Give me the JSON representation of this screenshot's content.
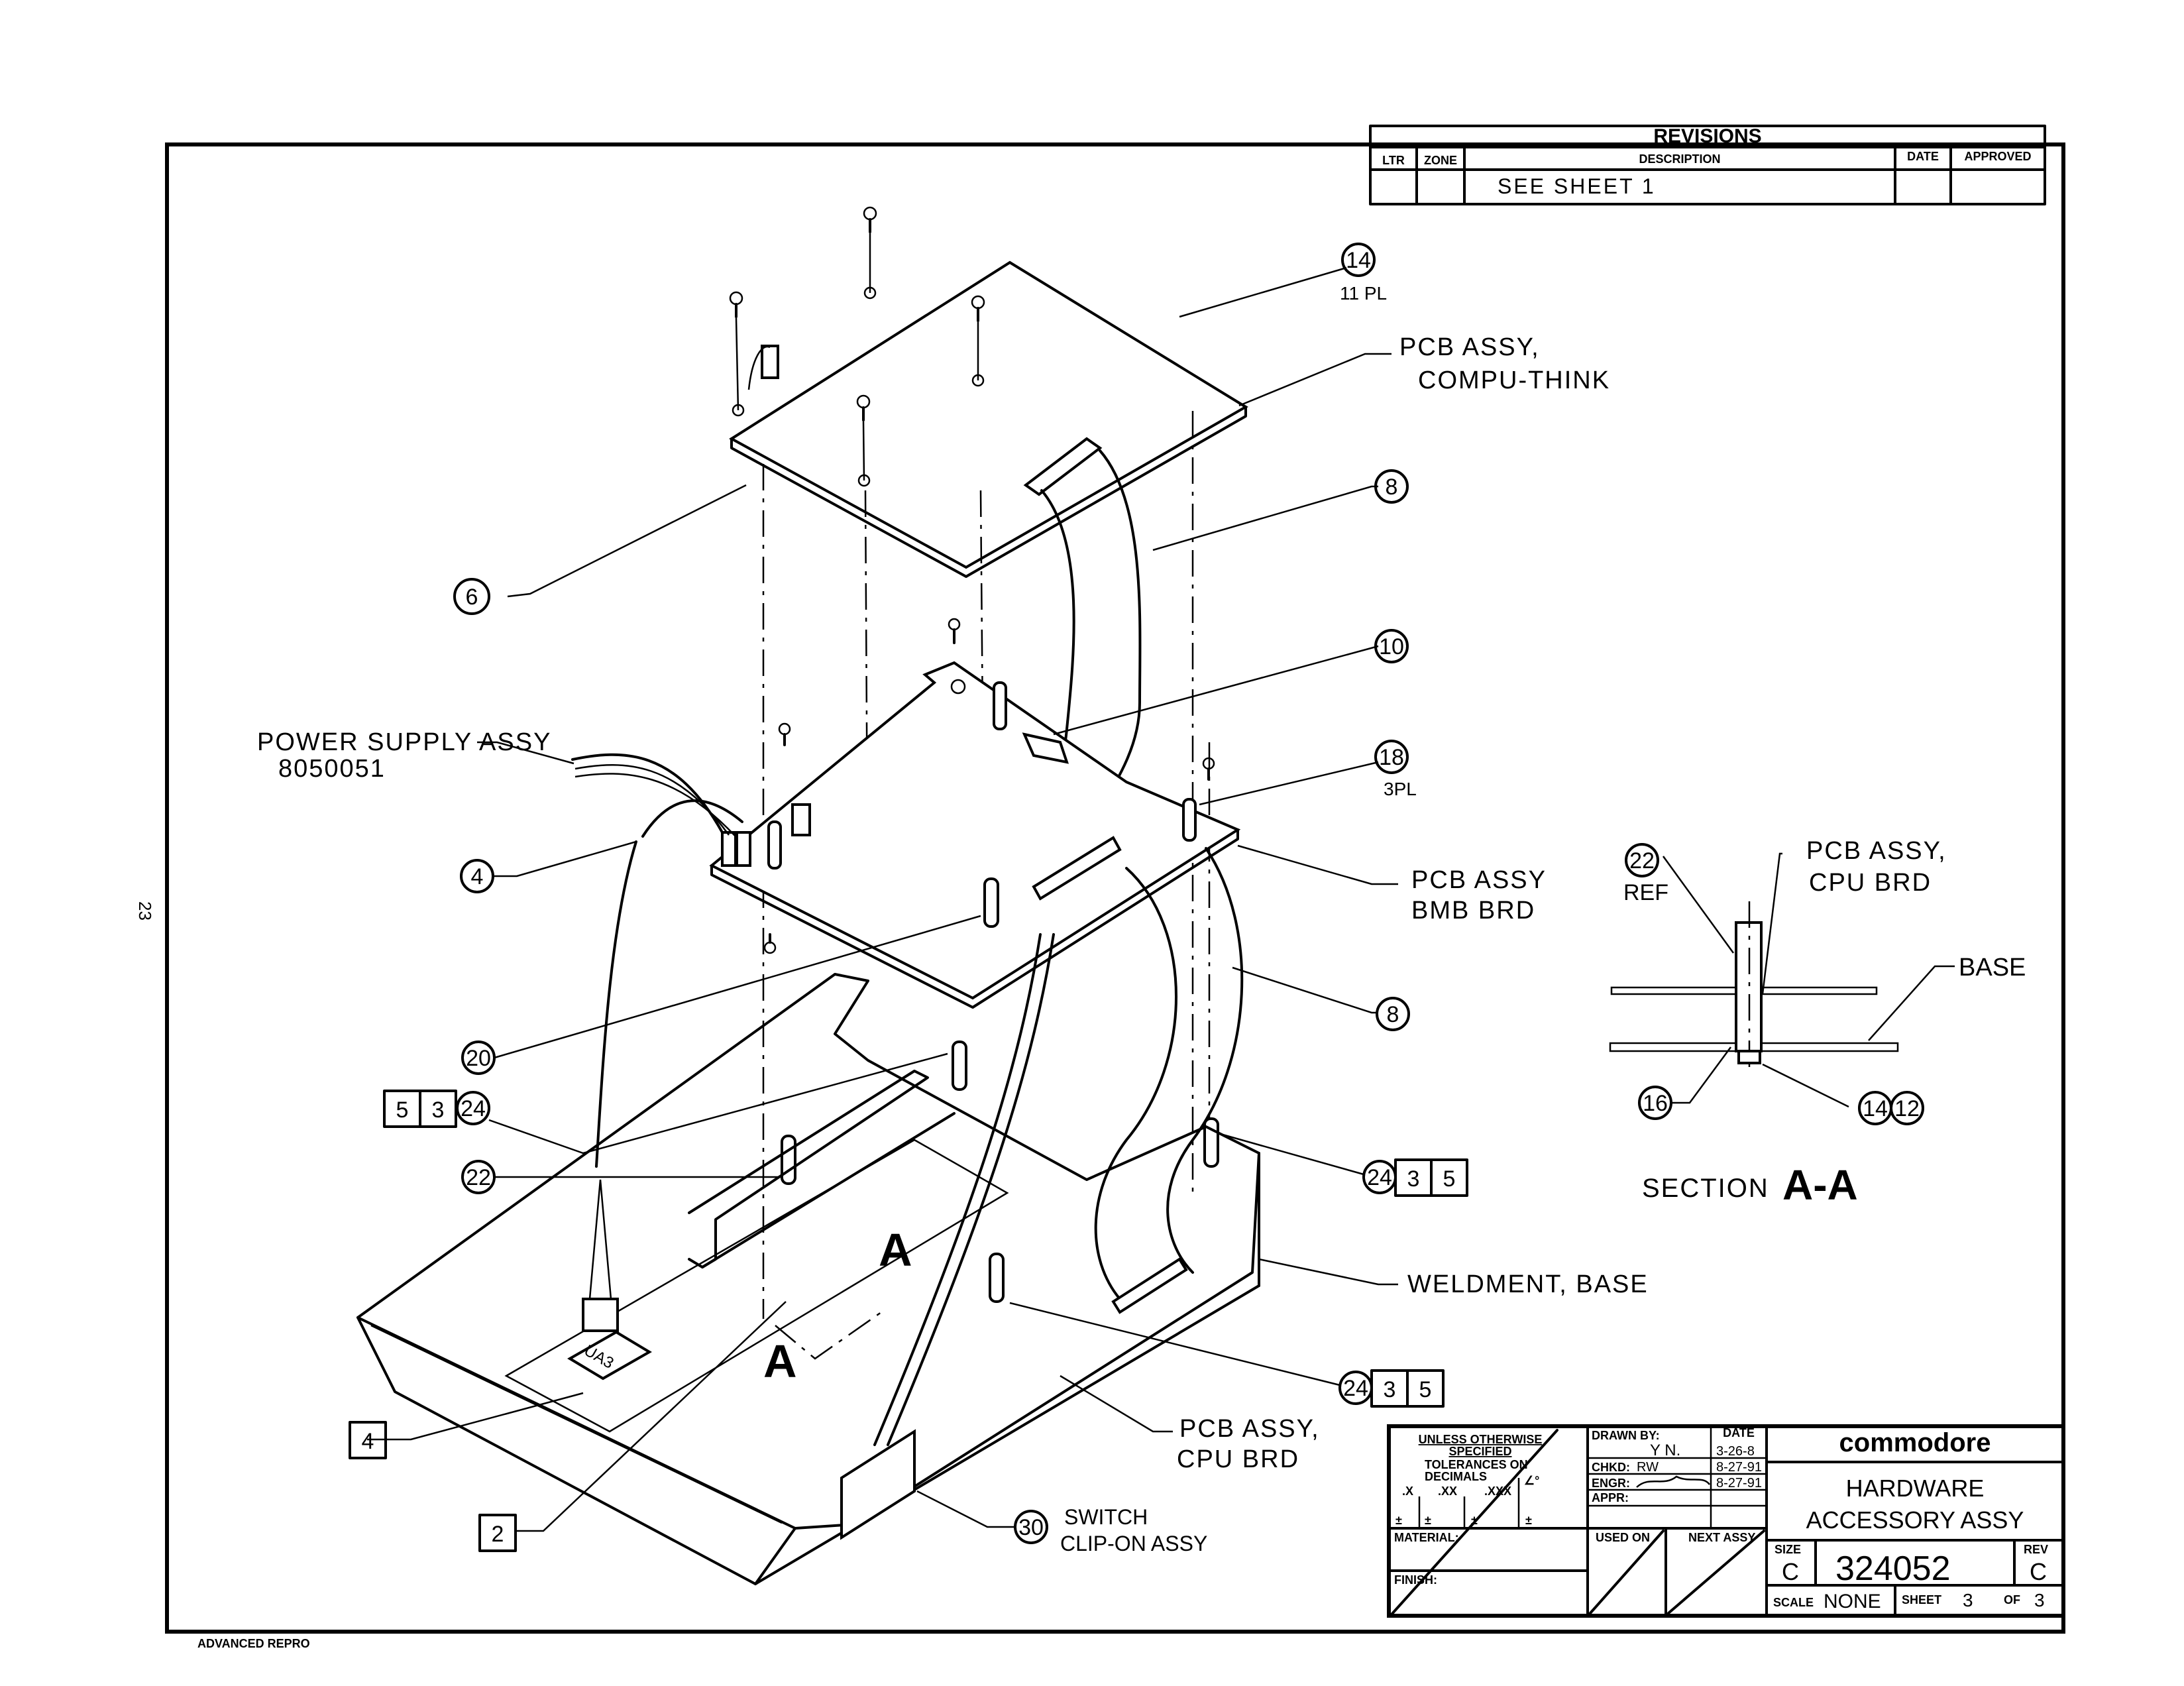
{
  "sheet": {
    "page_number": "23",
    "printer_mark": "ADVANCED REPRO"
  },
  "revisions": {
    "title": "REVISIONS",
    "headers": [
      "LTR",
      "ZONE",
      "DESCRIPTION",
      "DATE",
      "APPROVED"
    ],
    "rows": [
      {
        "ltr": "",
        "zone": "",
        "description": "SEE SHEET 1",
        "date": "",
        "approved": ""
      }
    ]
  },
  "callouts": {
    "pcb_compu_think": [
      "PCB ASSY,",
      "COMPU-THINK"
    ],
    "power_supply": [
      "POWER SUPPLY ASSY",
      "8050051"
    ],
    "pcb_bmb": [
      "PCB ASSY",
      "BMB BRD"
    ],
    "pcb_cpu_main": [
      "PCB ASSY,",
      "CPU BRD"
    ],
    "weldment": "WELDMENT, BASE",
    "switch": [
      "SWITCH",
      "CLIP-ON ASSY"
    ]
  },
  "balloons": {
    "b14": "14",
    "b14_note": "11 PL",
    "b6": "6",
    "b8_top": "8",
    "b10": "10",
    "b18": "18",
    "b18_note": "3PL",
    "b4": "4",
    "b8_mid": "8",
    "b20": "20",
    "b24_left": "24",
    "b22": "22",
    "b24_right": "24",
    "b24_lower": "24",
    "b30": "30"
  },
  "boxes": {
    "left_group": [
      "5",
      "3"
    ],
    "right_group": [
      "3",
      "5"
    ],
    "lower_group": [
      "3",
      "5"
    ],
    "box4": "4",
    "box2": "2"
  },
  "chip_label": "UA3",
  "section_marker": "A",
  "section_view": {
    "title": "SECTION",
    "title_letters": "A-A",
    "balloon22": "22",
    "balloon22_note": "REF",
    "pcb_label": [
      "PCB ASSY,",
      "CPU BRD"
    ],
    "base_label": "BASE",
    "balloon16": "16",
    "balloon14": "14",
    "balloon12": "12"
  },
  "title_block": {
    "tolerance_heading": [
      "UNLESS OTHERWISE",
      "SPECIFIED"
    ],
    "tolerance_text": [
      "TOLERANCES ON",
      "DECIMALS"
    ],
    "tolerance_cols": [
      ".X",
      ".XX",
      ".XXX",
      "∠°"
    ],
    "tolerance_values": [
      "±",
      "±",
      "±",
      "±"
    ],
    "material_label": "MATERIAL:",
    "finish_label": "FINISH:",
    "drawn_by_label": "DRAWN BY:",
    "drawn_by": "Y N.",
    "drawn_date": "3-26-8",
    "date_label": "DATE",
    "checked_label": "CHKD:",
    "checked_by": "RW",
    "checked_date": "8-27-91",
    "engineer_label": "ENGR:",
    "engineer_by": "(signature)",
    "engineer_date": "8-27-91",
    "approved_label": "APPR:",
    "used_on_label": "USED ON",
    "next_assy_label": "NEXT ASSY",
    "company": "commodore",
    "title_lines": [
      "HARDWARE",
      "ACCESSORY ASSY"
    ],
    "size_label": "SIZE",
    "size": "C",
    "drawing_number": "324052",
    "rev_label": "REV",
    "rev": "C",
    "scale_label": "SCALE",
    "scale": "NONE",
    "sheet_label": "SHEET",
    "sheet": "3",
    "of_label": "OF",
    "of": "3"
  }
}
